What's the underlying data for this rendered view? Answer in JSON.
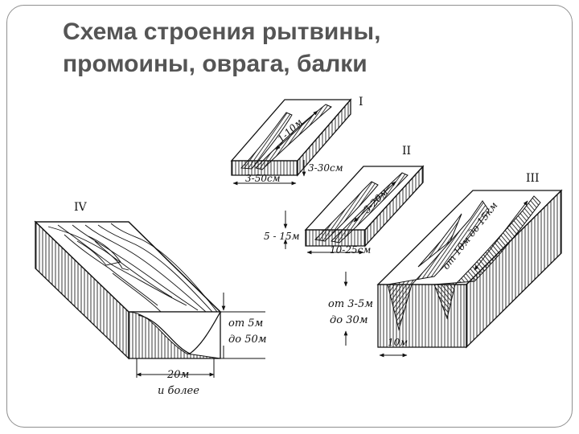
{
  "slide": {
    "title_line1": "Схема строения рытвины,",
    "title_line2": "промоины, оврага, балки"
  },
  "diagram": {
    "block1": {
      "roman": "I",
      "length": "1-10м",
      "width": "3-50см",
      "depth": "3-30см"
    },
    "block2": {
      "roman": "II",
      "length": "3-20м",
      "width": "10-25см",
      "depth": "5 - 15м"
    },
    "block3": {
      "roman": "III",
      "length": "от 10м до 15км",
      "depth_line1": "от 3-5м",
      "depth_line2": "до 30м",
      "width": "10м"
    },
    "block4": {
      "roman": "IV",
      "depth_line1": "от 5м",
      "depth_line2": "до 50м",
      "width_line1": "20м",
      "width_line2": "и более"
    }
  },
  "colors": {
    "title": "#555555",
    "frame": "#8f8f8f",
    "ink": "#111111"
  }
}
